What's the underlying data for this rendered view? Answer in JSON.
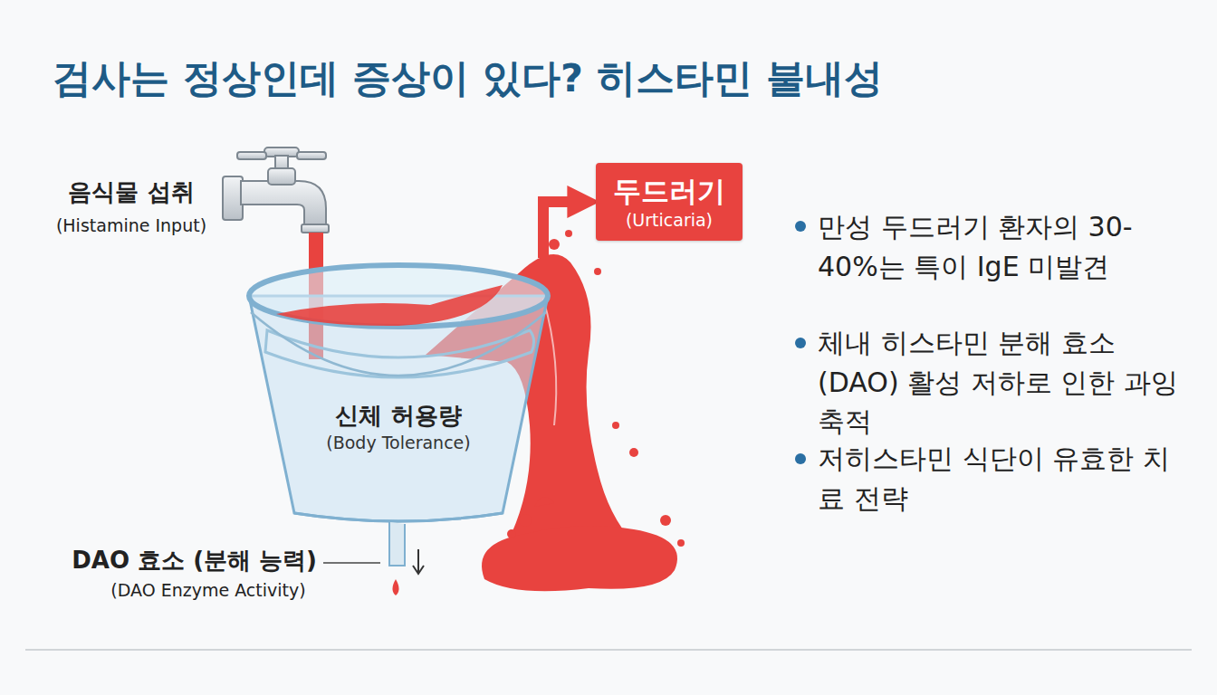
{
  "diagram": {
    "title": "검사는 정상인데 증상이 있다? 히스타민 불내성",
    "nodes": [
      {
        "text": [
          "신체 허용량",
          "(Body Tolerance)"
        ]
      },
      {
        "text": [
          "두드러기",
          "(Urticaria)"
        ]
      }
    ],
    "edges": [
      {
        "from": 0,
        "to": 1,
        "arrow": "to"
      }
    ],
    "labels": [
      "음식물 섭취",
      "(Histamine Input)",
      "DAO 효소 (분해 능력)",
      "(DAO Enzyme Activity)",
      "만성 두드러기 환자의 30-40%는 특이 IgE 미발견",
      "체내 히스타민 분해 효소(DAO) 활성 저하로 인한 과잉 축적",
      "저히스타민 식단이 유효한 치료 전략"
    ]
  }
}
